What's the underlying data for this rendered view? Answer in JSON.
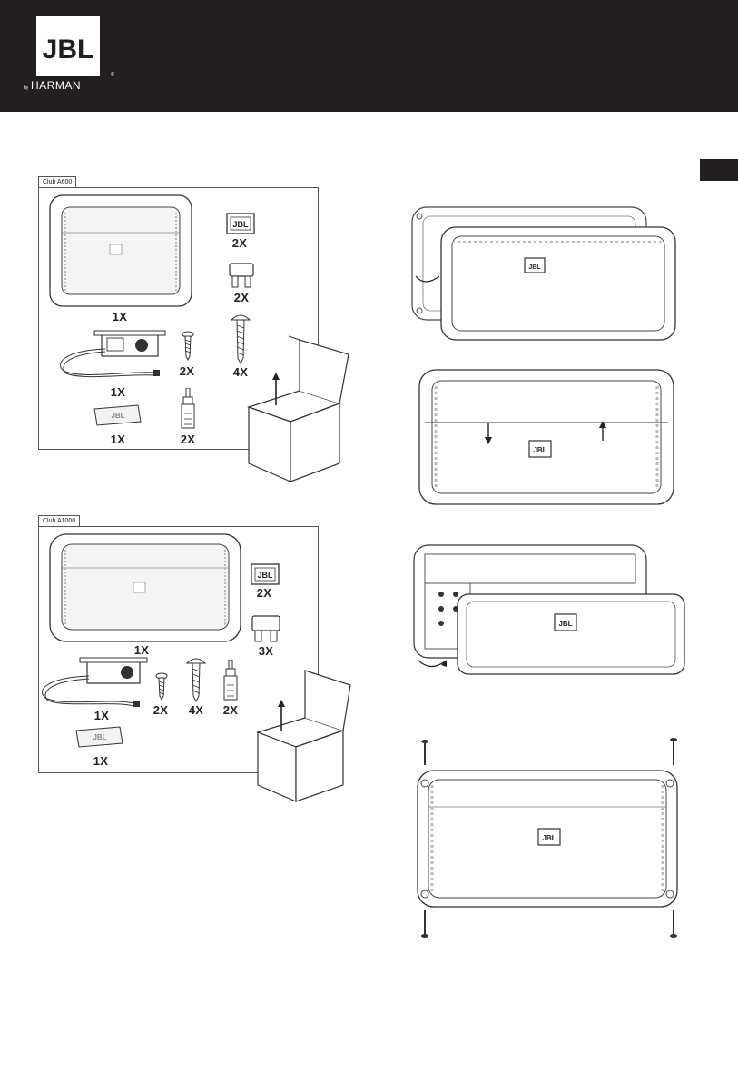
{
  "header": {
    "brand": "JBL",
    "byline_small": "by",
    "byline": "HARMAN",
    "registered": "®"
  },
  "club_a600": {
    "label": "Club A600",
    "items": [
      {
        "qty": "1X",
        "icon": "amplifier-illustration"
      },
      {
        "qty": "2X",
        "icon": "jbl-badge-icon"
      },
      {
        "qty": "2X",
        "icon": "fuse-icon"
      },
      {
        "qty": "1X",
        "icon": "remote-bass-control-icon"
      },
      {
        "qty": "2X",
        "icon": "short-screw-icon"
      },
      {
        "qty": "4X",
        "icon": "long-screw-icon"
      },
      {
        "qty": "1X",
        "icon": "manual-card-icon"
      },
      {
        "qty": "2X",
        "icon": "rca-connector-icon"
      }
    ]
  },
  "club_a1000": {
    "label": "Club A1000",
    "items": [
      {
        "qty": "1X",
        "icon": "amplifier-illustration"
      },
      {
        "qty": "2X",
        "icon": "jbl-badge-icon"
      },
      {
        "qty": "3X",
        "icon": "fuse-icon"
      },
      {
        "qty": "1X",
        "icon": "remote-bass-control-icon"
      },
      {
        "qty": "2X",
        "icon": "short-screw-icon"
      },
      {
        "qty": "4X",
        "icon": "long-screw-icon"
      },
      {
        "qty": "2X",
        "icon": "rca-connector-icon"
      },
      {
        "qty": "1X",
        "icon": "manual-card-icon"
      }
    ]
  },
  "steps": {
    "badge_text": "JBL"
  }
}
